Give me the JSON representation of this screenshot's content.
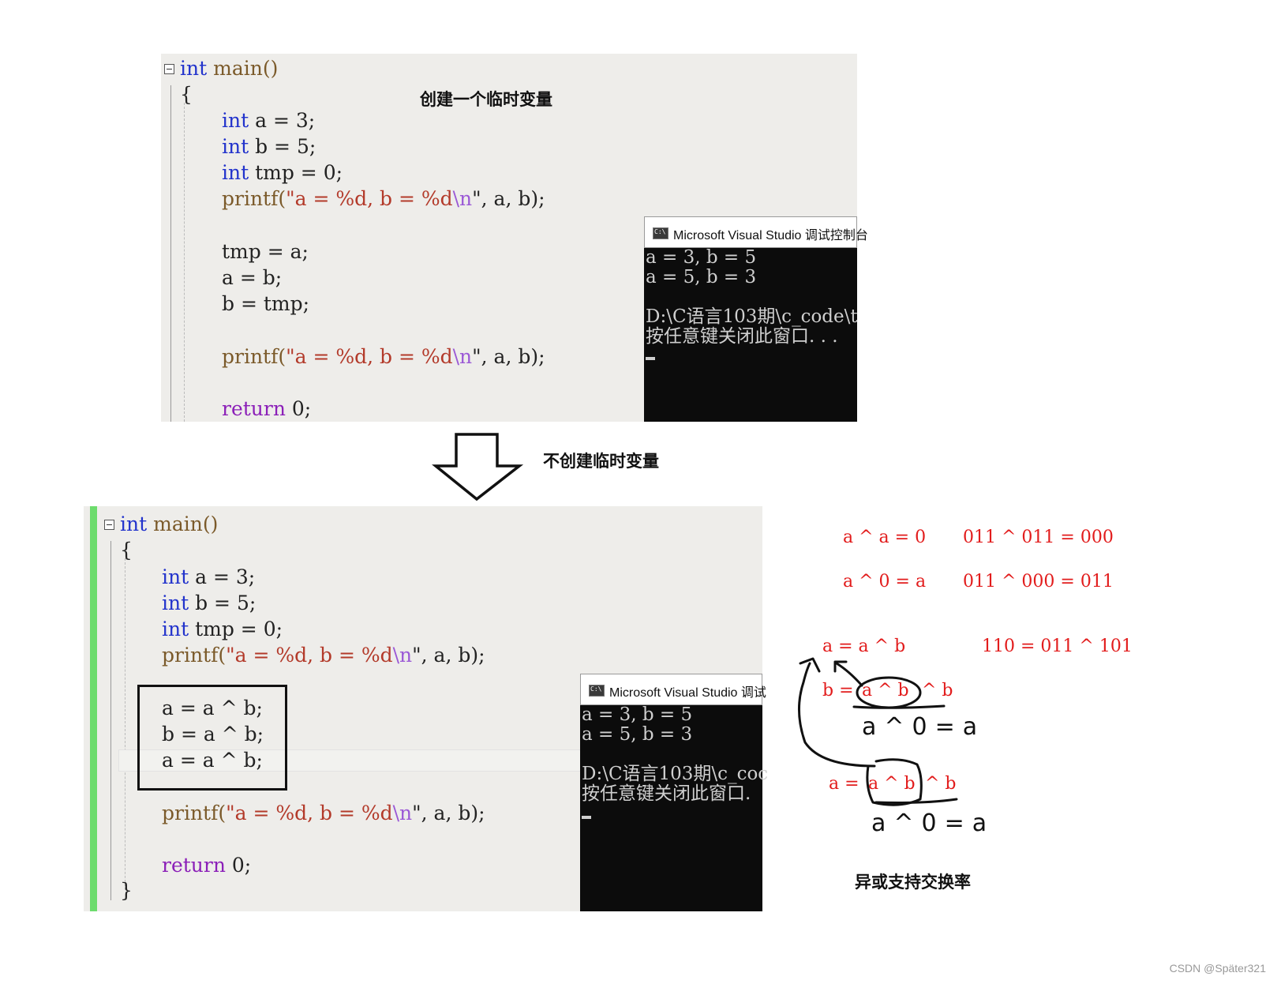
{
  "top_editor": {
    "annotation": "创建一个临时变量",
    "lines": {
      "main_kw": "int",
      "main_name": "main()",
      "open_brace": "{",
      "l1_kw": "int",
      "l1_rest": " a = 3;",
      "l2_kw": "int",
      "l2_rest": " b = 5;",
      "l3_kw": "int",
      "l3_rest": " tmp = 0;",
      "printf1_fn": "printf(",
      "printf1_str": "\"a = %d, b = %d",
      "printf1_esc": "\\n",
      "printf1_end": "\", a, b);",
      "l5": "tmp = a;",
      "l6": "a = b;",
      "l7": "b = tmp;",
      "printf2_fn": "printf(",
      "printf2_str": "\"a = %d, b = %d",
      "printf2_esc": "\\n",
      "printf2_end": "\", a, b);",
      "ret_kw": "return",
      "ret_rest": " 0;"
    },
    "console": {
      "title": "Microsoft Visual Studio 调试控制台",
      "line1": "a = 3, b = 5",
      "line2": "a = 5, b = 3",
      "line3": "",
      "line4": "D:\\C语言103期\\c_code\\t",
      "line5": "按任意键关闭此窗口. . ."
    }
  },
  "middle": {
    "label": "不创建临时变量"
  },
  "bottom_editor": {
    "lines": {
      "main_kw": "int",
      "main_name": "main()",
      "open_brace": "{",
      "l1_kw": "int",
      "l1_rest": " a = 3;",
      "l2_kw": "int",
      "l2_rest": " b = 5;",
      "l3_kw": "int",
      "l3_rest": " tmp = 0;",
      "printf1_fn": "printf(",
      "printf1_str": "\"a = %d, b = %d",
      "printf1_esc": "\\n",
      "printf1_end": "\", a, b);",
      "x1": "a = a ^ b;",
      "x2": "b = a ^ b;",
      "x3": "a = a ^ b;",
      "printf2_fn": "printf(",
      "printf2_str": "\"a = %d, b = %d",
      "printf2_esc": "\\n",
      "printf2_end": "\", a, b);",
      "ret_kw": "return",
      "ret_rest": " 0;",
      "close_brace": "}"
    },
    "console": {
      "title": "Microsoft Visual Studio 调试",
      "line1": "a = 3, b = 5",
      "line2": "a = 5, b = 3",
      "line3": "",
      "line4": "D:\\C语言103期\\c_coc",
      "line5": "按任意键关闭此窗口."
    }
  },
  "notes": {
    "r1a": "a ^ a = 0",
    "r1b": "011 ^ 011 = 000",
    "r2a": "a ^ 0 = a",
    "r2b": "011 ^ 000 = 011",
    "r3a": "a = a ^ b",
    "r3b": "110 = 011 ^ 101",
    "r4_b": "b =",
    "r4_ab": "a ^ b",
    "r4_tail": "^ b",
    "r5_a": "a =",
    "r5_ab": "a ^ b",
    "r5_tail": "^ b",
    "handwritten1": "a^0=a",
    "handwritten2": "a^0=a",
    "caption": "异或支持交换率"
  },
  "watermark": "CSDN @Später321",
  "colors": {
    "editor_bg": "#eeedea",
    "console_bg": "#0c0c0c",
    "note_red": "#e21c1c",
    "change_bar": "#6ddc6d"
  }
}
